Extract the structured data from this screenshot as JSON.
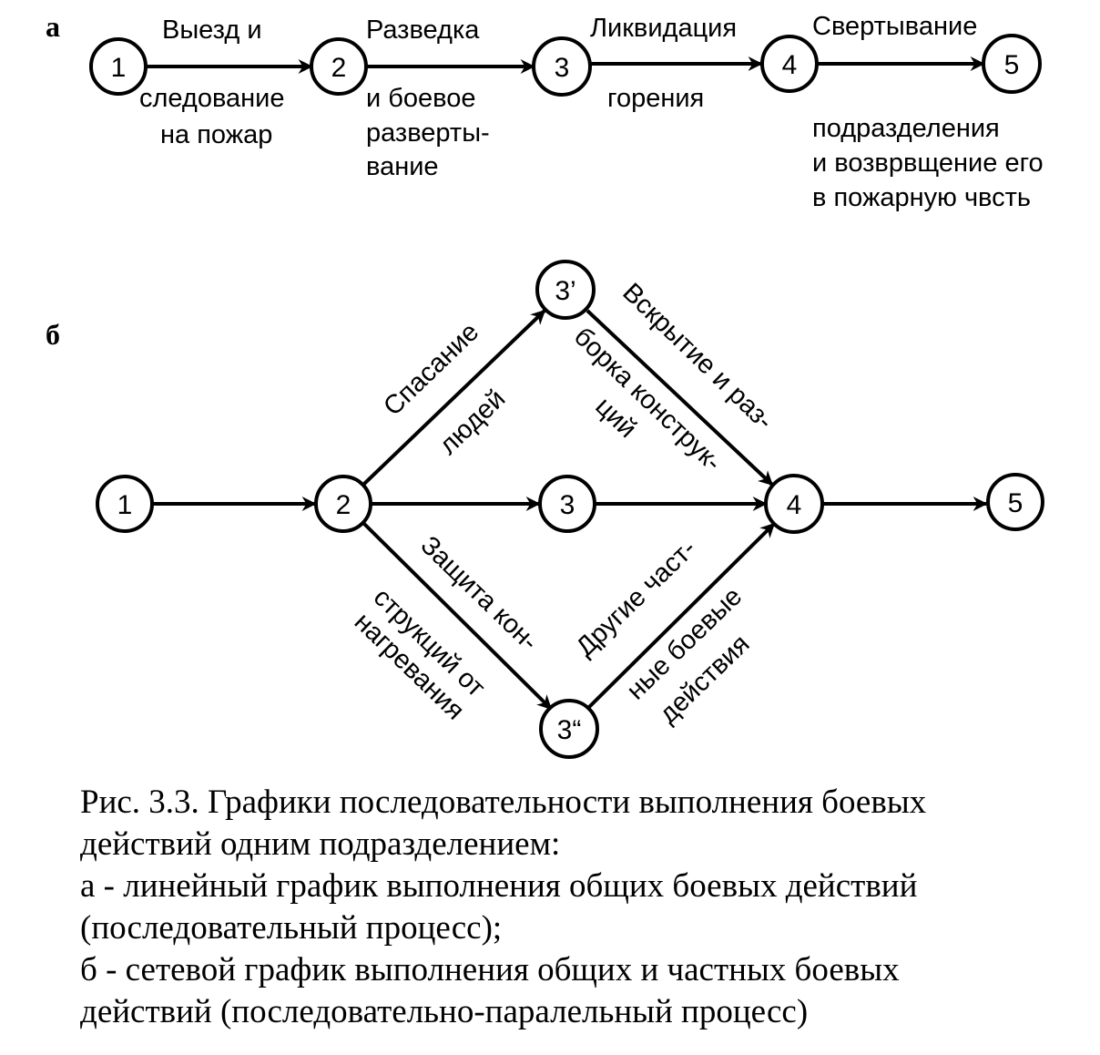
{
  "part_a": {
    "marker": "а",
    "nodes": [
      "1",
      "2",
      "3",
      "4",
      "5"
    ],
    "edge_1_2": {
      "top": "Выезд и",
      "bottom": [
        "следование",
        "на пожар"
      ]
    },
    "edge_2_3": {
      "top": "Разведка",
      "bottom": [
        "и боевое",
        "разверты-",
        "вание"
      ]
    },
    "edge_3_4": {
      "top": "Ликвидация",
      "bottom": [
        "горения"
      ]
    },
    "edge_4_5": {
      "top": "Свертывание",
      "bottom": [
        "подразделения",
        "и возврвщение его",
        "в пожарную чвсть"
      ]
    }
  },
  "part_b": {
    "marker": "б",
    "nodes": {
      "n1": "1",
      "n2": "2",
      "n3": "3",
      "n3p": "3’",
      "n3pp": "3“",
      "n4": "4",
      "n5": "5"
    },
    "edge_2_3p": [
      "Спасание",
      "людей"
    ],
    "edge_3p_4": [
      "Вскрытие и раз-",
      "борка конструк-",
      "ций"
    ],
    "edge_2_3pp": [
      "Защита кон-",
      "струкций от",
      "нагревания"
    ],
    "edge_3pp_4": [
      "Другие част-",
      "ные боевые",
      "действия"
    ]
  },
  "caption": [
    "Рис. 3.3. Графики последовательности выполнения боевых",
    "действий одним подразделением:",
    "а - линейный график выполнения общих боевых действий",
    "(последовательный процесс);",
    "б - сетевой график выполнения общих и частных боевых",
    "действий (последовательно-паралельный процесс)"
  ]
}
